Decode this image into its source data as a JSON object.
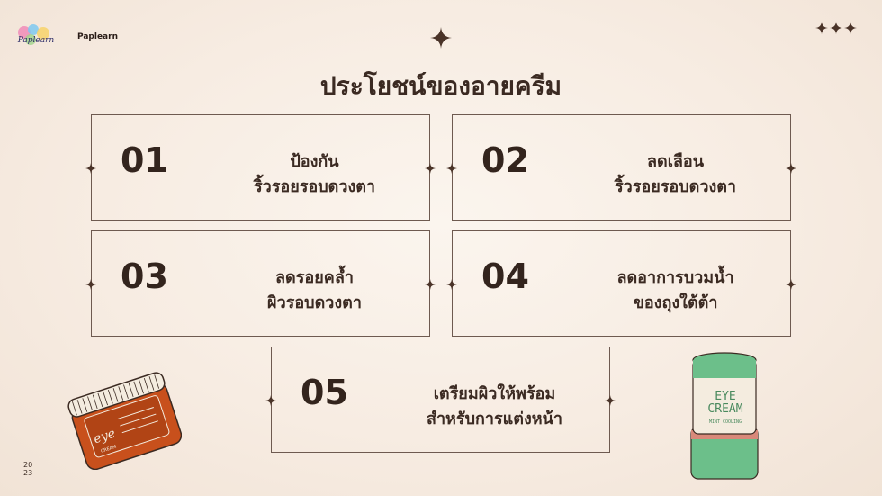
{
  "header": {
    "brand": "Paplearn",
    "year_line1": "20",
    "year_line2": "23"
  },
  "title": "ประโยชน์ของอายครีม",
  "cards": [
    {
      "number": "01",
      "line1": "ป้องกัน",
      "line2": "ริ้วรอยรอบดวงตา"
    },
    {
      "number": "02",
      "line1": "ลดเลือน",
      "line2": "ริ้วรอยรอบดวงตา"
    },
    {
      "number": "03",
      "line1": "ลดรอยคล้ำ",
      "line2": "ผิวรอบดวงตา"
    },
    {
      "number": "04",
      "line1": "ลดอาการบวมน้ำ",
      "line2": "ของถุงใต้ต้า"
    },
    {
      "number": "05",
      "line1": "เตรียมผิวให้พร้อม",
      "line2": "สำหรับการแต่งหน้า"
    }
  ],
  "illustrations": {
    "jar_label": "eye",
    "jar_sub": "CREAM",
    "stick_line1": "EYE",
    "stick_line2": "CREAM",
    "stick_line3": "MINT COOLING"
  },
  "colors": {
    "border": "#6e5a50",
    "text": "#3b2a22",
    "jar_orange": "#c8501c",
    "stick_green": "#6cbf8a"
  },
  "icons": [
    "logo-icon",
    "sparkle-star-icon",
    "three-stars-icon",
    "eye-cream-jar-icon",
    "eye-cream-stick-icon"
  ]
}
